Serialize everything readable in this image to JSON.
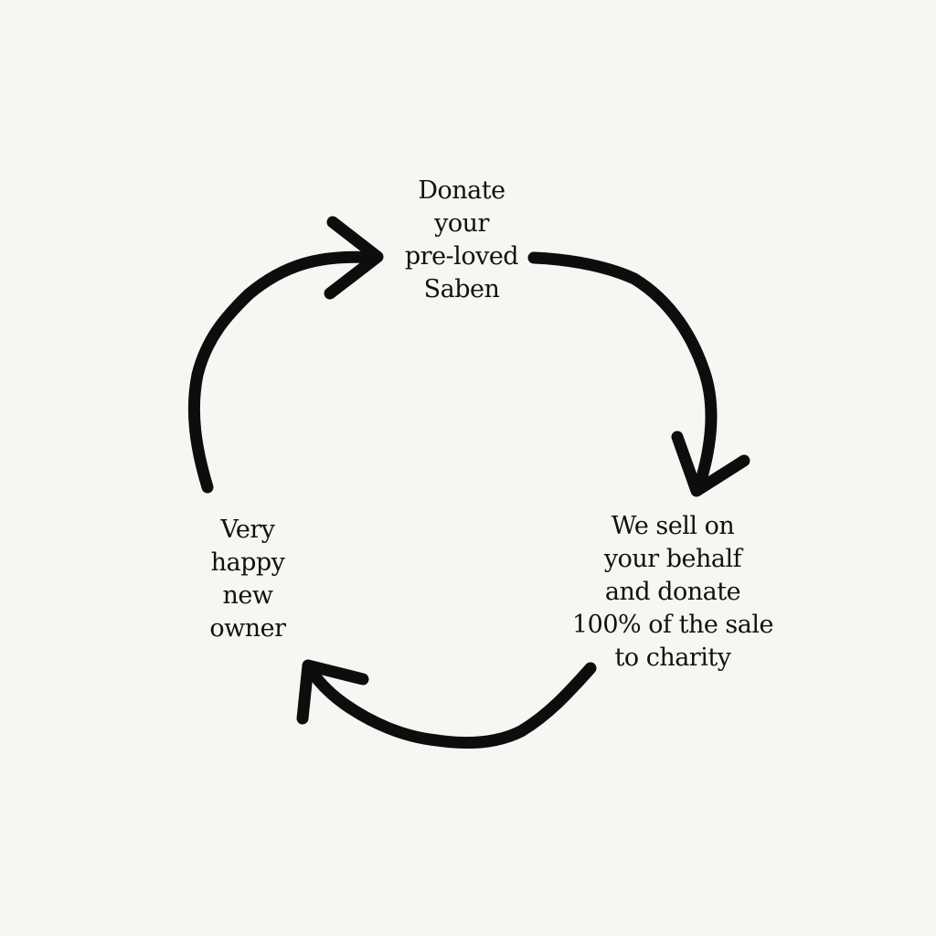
{
  "cycle": {
    "steps": [
      {
        "id": "donate",
        "lines": [
          "Donate",
          "your",
          "pre-loved",
          "Saben"
        ]
      },
      {
        "id": "sell",
        "lines": [
          "We sell on",
          "your behalf",
          "and donate",
          "100% of the sale",
          "to charity"
        ]
      },
      {
        "id": "owner",
        "lines": [
          "Very",
          "happy",
          "new",
          "owner"
        ]
      }
    ],
    "arrow_color": "#0d0d0d",
    "background_color": "#f7f6f3"
  }
}
